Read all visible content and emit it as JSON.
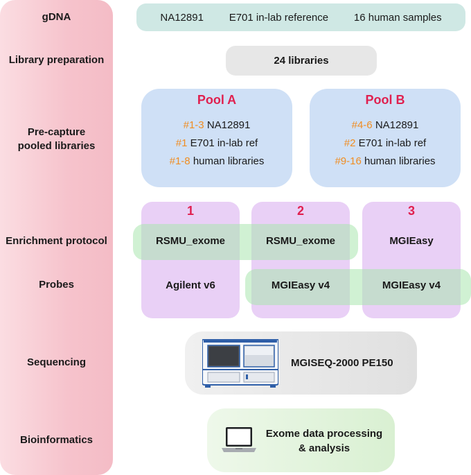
{
  "stages": {
    "gdna": "gDNA",
    "library_prep": "Library preparation",
    "precapture_line1": "Pre-capture",
    "precapture_line2": "pooled libraries",
    "enrichment": "Enrichment protocol",
    "probes": "Probes",
    "sequencing": "Sequencing",
    "bioinformatics": "Bioinformatics"
  },
  "gdna_items": [
    "NA12891",
    "E701 in-lab reference",
    "16 human samples"
  ],
  "library_box": "24 libraries",
  "pools": [
    {
      "title": "Pool A",
      "lines": [
        {
          "range": "#1-3",
          "text": "NA12891"
        },
        {
          "range": "#1",
          "text": "E701 in-lab ref"
        },
        {
          "range": "#1-8",
          "text": "human libraries"
        }
      ]
    },
    {
      "title": "Pool B",
      "lines": [
        {
          "range": "#4-6",
          "text": "NA12891"
        },
        {
          "range": "#2",
          "text": "E701 in-lab ref"
        },
        {
          "range": "#9-16",
          "text": "human libraries"
        }
      ]
    }
  ],
  "columns": [
    {
      "number": "1",
      "enrichment": "RSMU_exome",
      "probe": "Agilent v6"
    },
    {
      "number": "2",
      "enrichment": "RSMU_exome",
      "probe": "MGIEasy v4"
    },
    {
      "number": "3",
      "enrichment": "MGIEasy",
      "probe": "MGIEasy v4"
    }
  ],
  "sequencer_label": "MGISEQ-2000 PE150",
  "bioinformatics_line1": "Exome data processing",
  "bioinformatics_line2": "& analysis",
  "colors": {
    "sidebar": "#f6c3cc",
    "gdna_box": "#cfe8e4",
    "library_box": "#e7e7e7",
    "pool_box": "#cfe0f6",
    "pool_title": "#e0204f",
    "range_highlight": "#f08d22",
    "column": "#e5c8f5",
    "shared_band": "#aae6af",
    "sequencer_box": "#e6e6e6",
    "bioinformatics_box": "#d9f0d2"
  },
  "icons": [
    "sequencer-icon",
    "laptop-icon"
  ]
}
